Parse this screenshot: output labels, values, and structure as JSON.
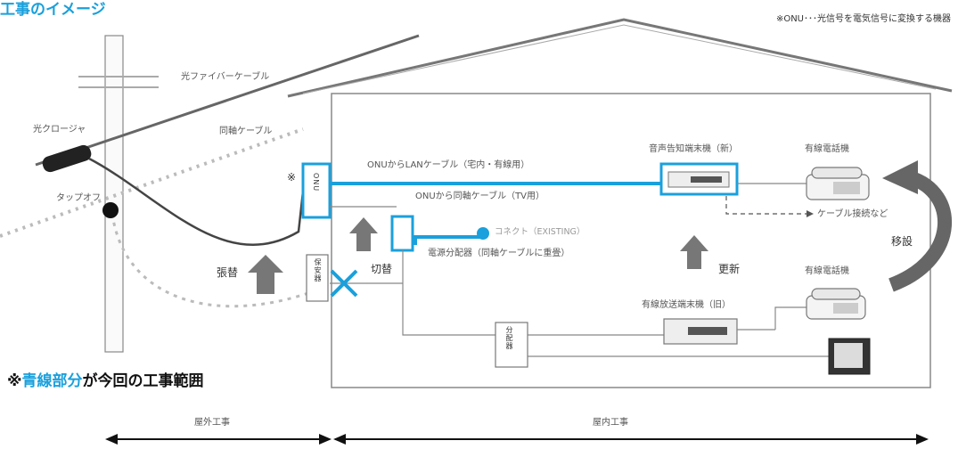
{
  "header": {
    "title": "工事のイメージ",
    "note": "※ONU･･･光信号を電気信号に変換する機器"
  },
  "labels": {
    "fiber_cable": "光ファイバーケーブル",
    "optical_closure": "光クロージャ",
    "coax_cable": "同軸ケーブル",
    "tap_off": "タップオフ",
    "onu_mark": "※",
    "onu_vertical": "ONU",
    "lan_cable": "ONUからLANケーブル（宅内・有線用）",
    "coax_from_onu": "ONUから同軸ケーブル（TV用）",
    "new_device": "音声告知端末機（新）",
    "wired_phone_top": "有線電話機",
    "wired_phone_bottom": "有線電話機",
    "relocate_cable": "ケーブル接続など",
    "old_device": "有線放送端末機（旧）",
    "outlet": "コネクト（EXISTING）",
    "distributor": "電源分配器（同軸ケーブルに重畳）",
    "replace": "張替",
    "switch": "切替",
    "update": "更新",
    "relocate": "移設",
    "lead_in_box": "保安器",
    "distribution_box": "分配器",
    "scope_prefix": "※",
    "scope_blue": "青線部分",
    "scope_suffix": "が今回の工事範囲",
    "outdoor_work": "屋外工事",
    "indoor_work": "屋内工事"
  }
}
